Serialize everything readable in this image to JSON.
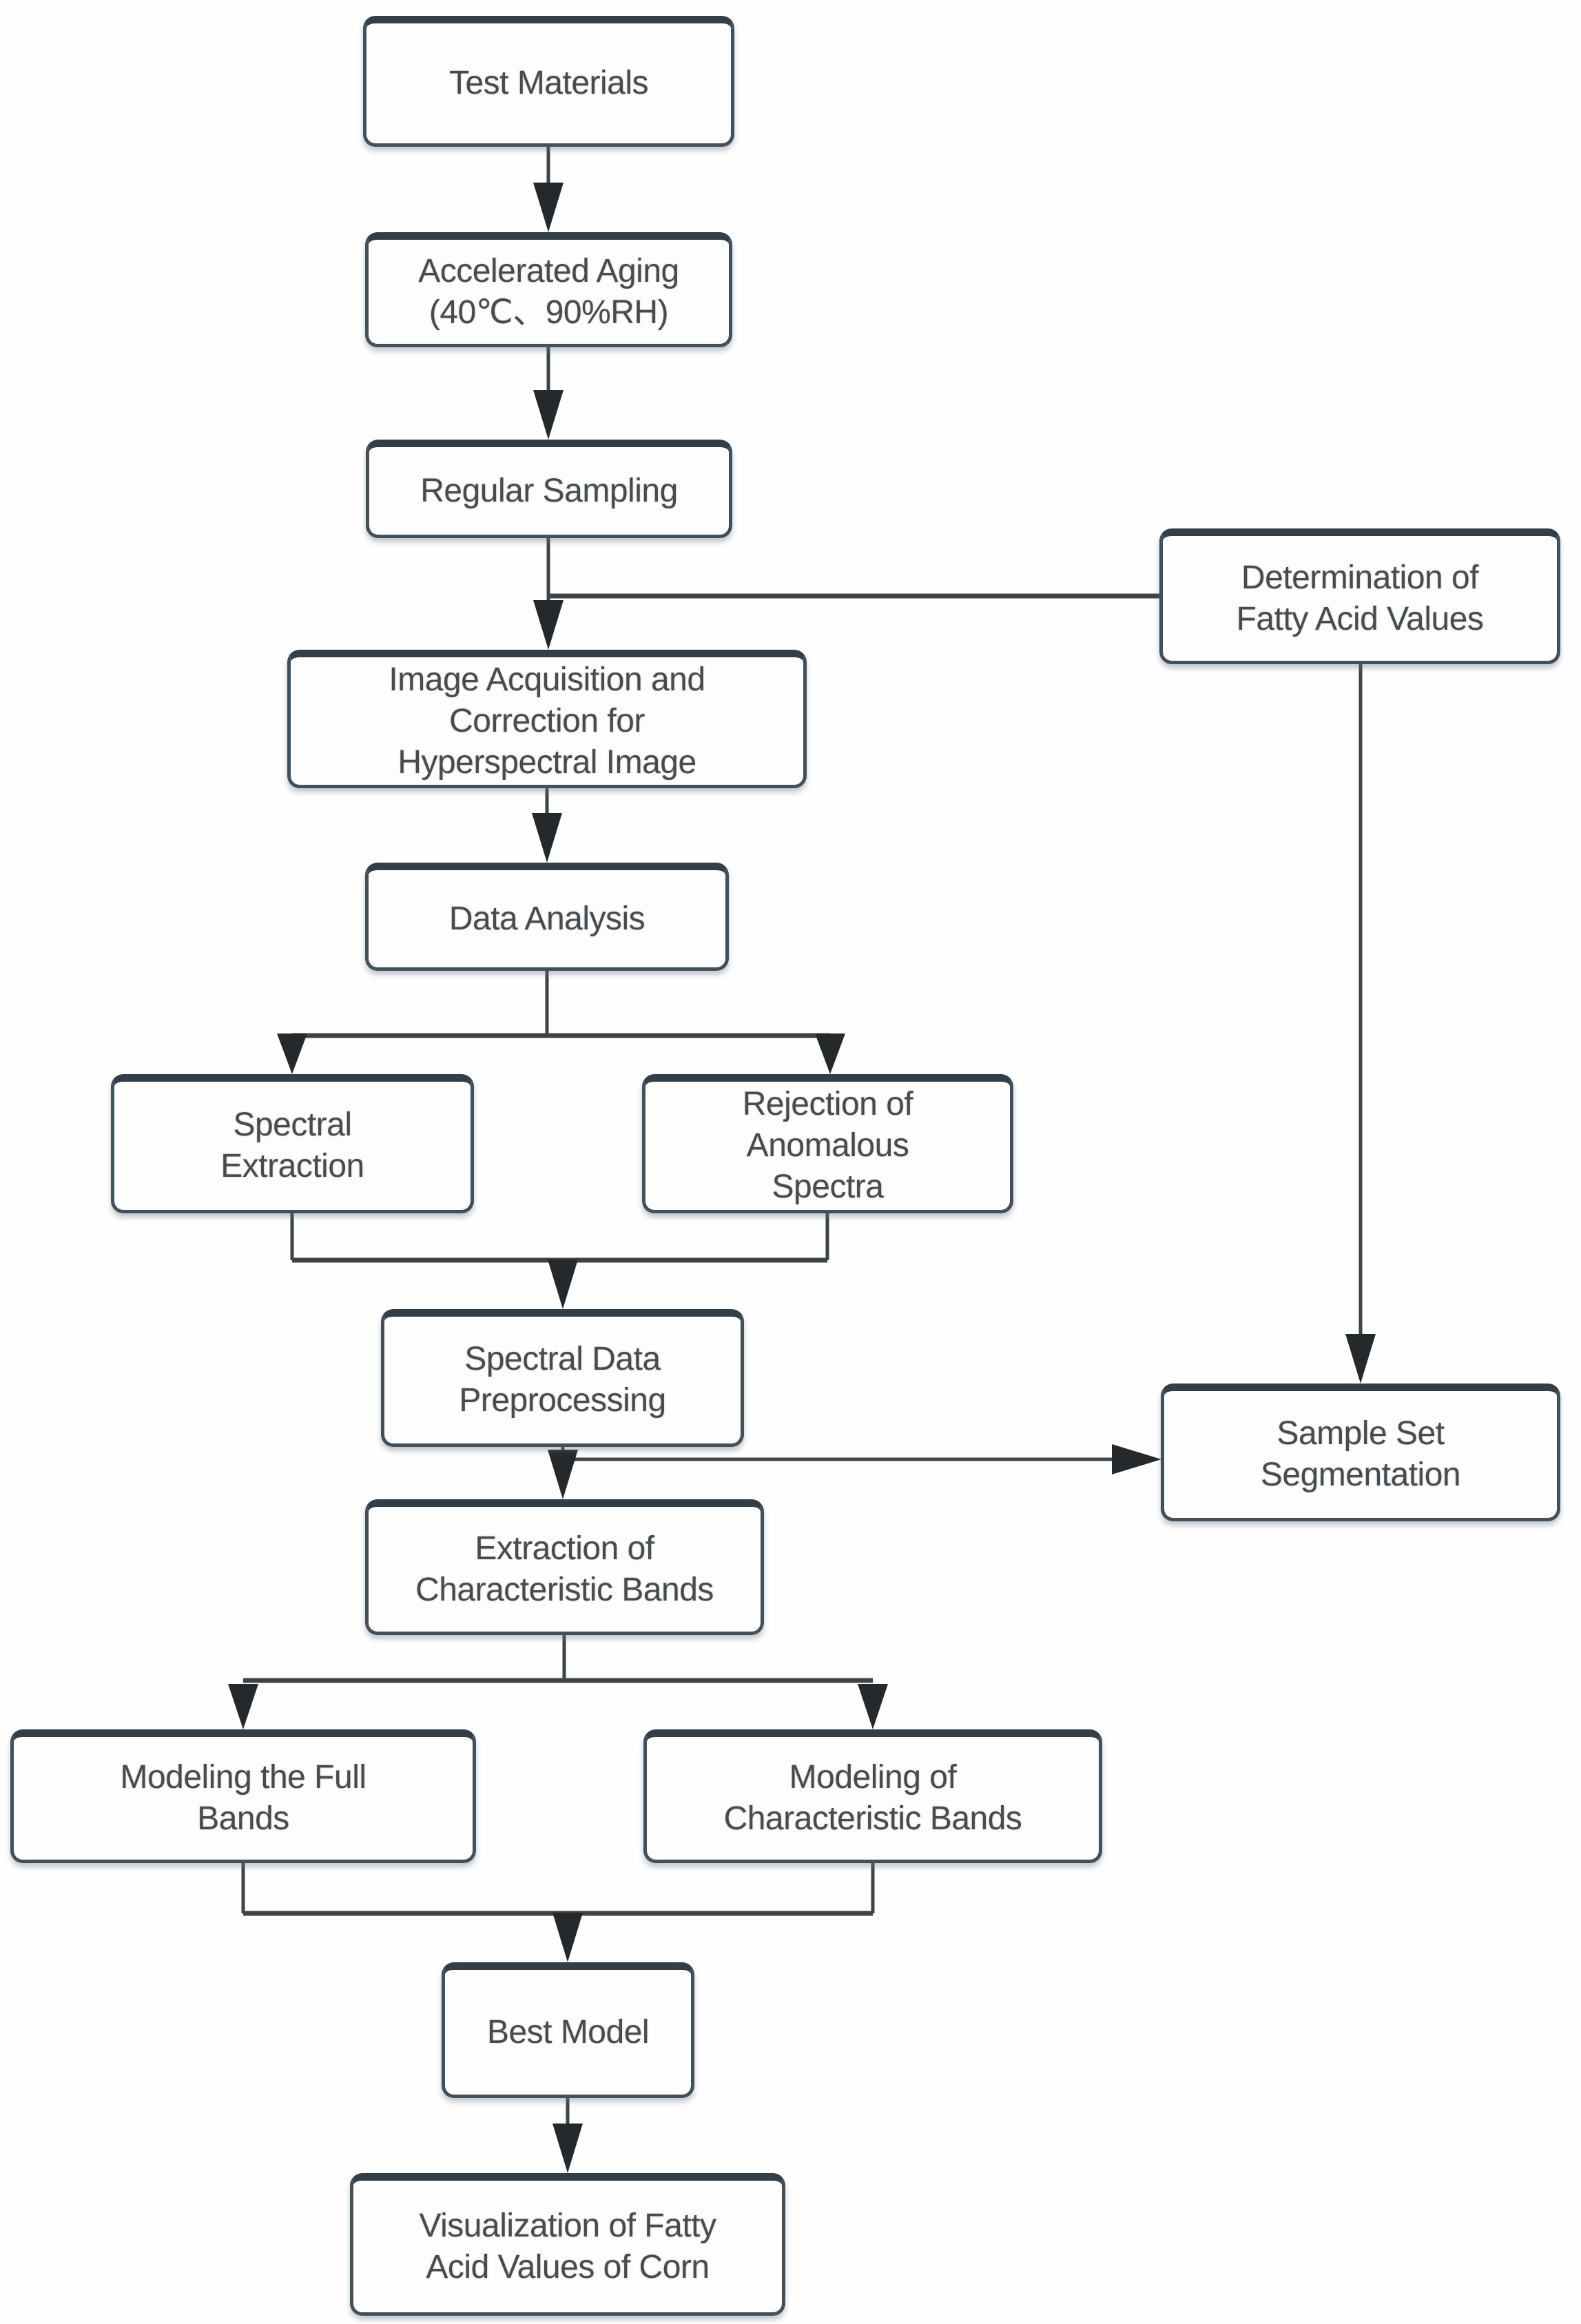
{
  "diagram": {
    "type": "flowchart",
    "nodes": {
      "test_materials": {
        "label": "Test Materials"
      },
      "accelerated_aging": {
        "label": "Accelerated Aging\n(40℃、90%RH)"
      },
      "regular_sampling": {
        "label": "Regular Sampling"
      },
      "determination_fatty": {
        "label": "Determination of\nFatty Acid Values"
      },
      "image_acquisition": {
        "label": "Image Acquisition and\nCorrection for\nHyperspectral Image"
      },
      "data_analysis": {
        "label": "Data Analysis"
      },
      "spectral_extraction": {
        "label": "Spectral\nExtraction"
      },
      "rejection_anomalous": {
        "label": "Rejection of\nAnomalous\nSpectra"
      },
      "spectral_preprocessing": {
        "label": "Spectral Data\nPreprocessing"
      },
      "sample_set_segmentation": {
        "label": "Sample Set\nSegmentation"
      },
      "extraction_char_bands": {
        "label": "Extraction of\nCharacteristic Bands"
      },
      "modeling_full_bands": {
        "label": "Modeling the Full\nBands"
      },
      "modeling_char_bands": {
        "label": "Modeling of\nCharacteristic Bands"
      },
      "best_model": {
        "label": "Best Model"
      },
      "visualization": {
        "label": "Visualization of Fatty\nAcid Values of Corn"
      }
    },
    "edges": [
      "test_materials -> accelerated_aging",
      "accelerated_aging -> regular_sampling",
      "regular_sampling -> image_acquisition",
      "regular_sampling -> determination_fatty",
      "image_acquisition -> data_analysis",
      "data_analysis -> spectral_extraction",
      "data_analysis -> rejection_anomalous",
      "spectral_extraction -> spectral_preprocessing",
      "rejection_anomalous -> spectral_preprocessing",
      "spectral_preprocessing -> sample_set_segmentation",
      "determination_fatty -> sample_set_segmentation",
      "spectral_preprocessing -> extraction_char_bands",
      "extraction_char_bands -> modeling_full_bands",
      "extraction_char_bands -> modeling_char_bands",
      "modeling_full_bands -> best_model",
      "modeling_char_bands -> best_model",
      "best_model -> visualization"
    ],
    "colors": {
      "box_border": "#41505a",
      "box_border_top": "#323f49",
      "box_fill": "#fdfdfd",
      "line": "#3e4347",
      "arrow": "#26292b",
      "text": "#474b4e",
      "background": "#fefefe"
    }
  }
}
